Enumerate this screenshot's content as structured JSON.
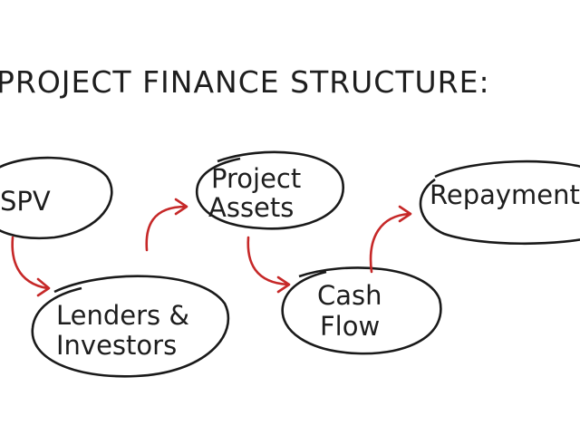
{
  "title": "PROJECT FINANCE STRUCTURE:",
  "nodes": {
    "spv": {
      "line1": "SPV"
    },
    "lenders": {
      "line1": "Lenders &",
      "line2": "Investors"
    },
    "assets": {
      "line1": "Project",
      "line2": "Assets"
    },
    "cashflow": {
      "line1": "Cash",
      "line2": "Flow"
    },
    "repayment": {
      "line1": "Repayment"
    }
  },
  "colors": {
    "arrow": "#c62828",
    "ink": "#1e1e1e"
  }
}
